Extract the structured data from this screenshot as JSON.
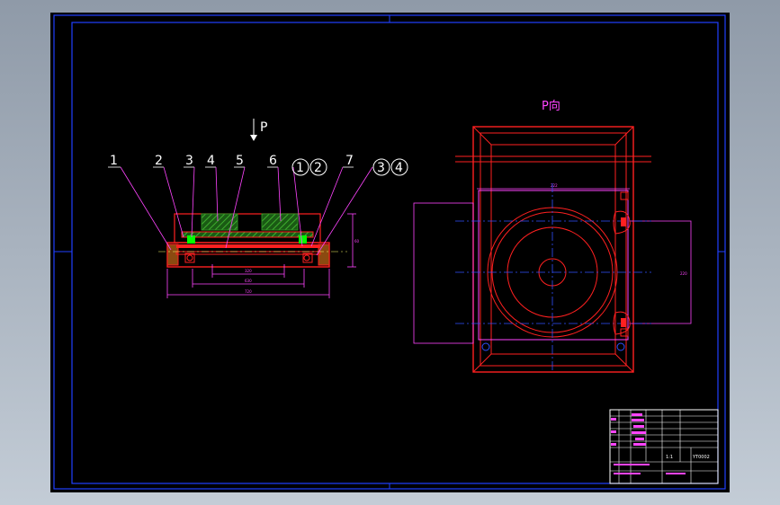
{
  "drawing": {
    "direction_arrow_label": "P",
    "view_label": "P向",
    "part_labels": [
      "1",
      "2",
      "3",
      "4",
      "5",
      "6",
      "7"
    ],
    "circled_labels": [
      "1",
      "2",
      "3",
      "4"
    ],
    "dimension_labels": [
      "60",
      "320",
      "630",
      "720",
      "222",
      "220"
    ],
    "title_block": {
      "drawing_number": "YT0002",
      "scale_text": "1:1",
      "rows": [
        "",
        "",
        "",
        "",
        "",
        ""
      ]
    }
  },
  "colors": {
    "background": "#000000",
    "frame": "#2040ff",
    "outline": "#ff2020",
    "leader": "#ff44ff",
    "hatch": "#2e8b22",
    "centerline": "#3050ff",
    "highlight": "#00ff00"
  }
}
